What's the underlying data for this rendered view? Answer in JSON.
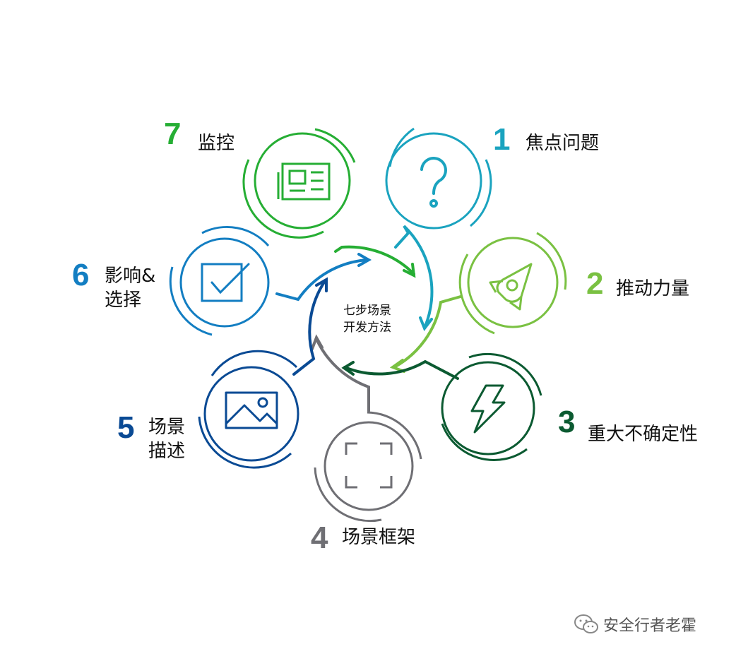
{
  "center": {
    "line1": "七步场景",
    "line2": "开发方法"
  },
  "colors": {
    "step1": "#1aa3bf",
    "step2": "#7ac142",
    "step3": "#0b5a31",
    "step4": "#6f6f74",
    "step5": "#0a4a94",
    "step6": "#137ec2",
    "step7": "#26ae34"
  },
  "steps": [
    {
      "num": "1",
      "label": "焦点问题",
      "icon": "question-icon"
    },
    {
      "num": "2",
      "label": "推动力量",
      "icon": "rocket-icon"
    },
    {
      "num": "3",
      "label": "重大不确定性",
      "icon": "lightning-icon"
    },
    {
      "num": "4",
      "label": "场景框架",
      "icon": "frame-icon"
    },
    {
      "num": "5",
      "label_line1": "场景",
      "label_line2": "描述",
      "icon": "image-icon"
    },
    {
      "num": "6",
      "label_line1": "影响&",
      "label_line2": "选择",
      "icon": "checkbox-icon"
    },
    {
      "num": "7",
      "label": "监控",
      "icon": "newspaper-icon"
    }
  ],
  "watermark": {
    "text": "安全行者老霍",
    "icon": "wechat-icon"
  }
}
